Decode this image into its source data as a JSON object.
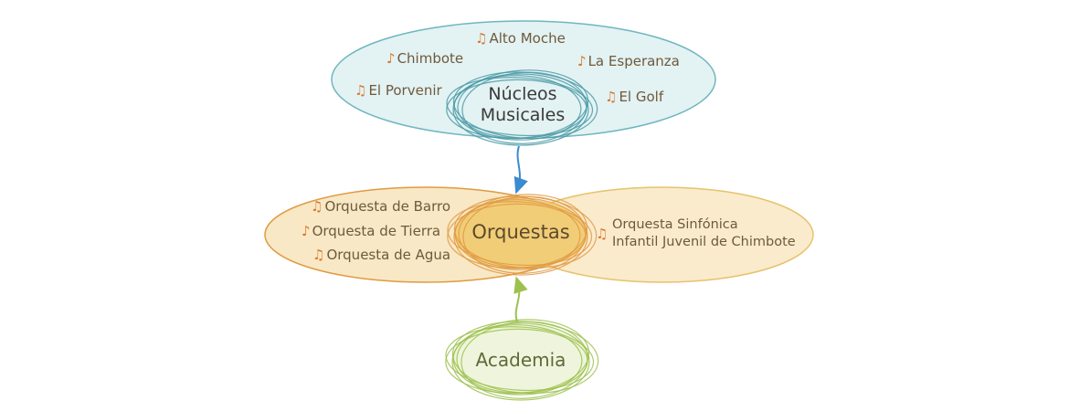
{
  "hubs": {
    "nucleos_line1": "Núcleos",
    "nucleos_line2": "Musicales",
    "orquestas": "Orquestas",
    "academia": "Academia"
  },
  "nucleos_items": [
    "Alto Moche",
    "Chimbote",
    "La Esperanza",
    "El Porvenir",
    "El Golf"
  ],
  "orquestas_left_items": [
    "Orquesta de Barro",
    "Orquesta de Tierra",
    "Orquesta de Agua"
  ],
  "orquestas_right_item": {
    "line1": "Orquesta Sinfónica",
    "line2": "Infantil Juvenil de Chimbote"
  },
  "icons": {
    "beamed": "♫",
    "single": "♪"
  },
  "colors": {
    "nucleos_fill": "#e3f2f3",
    "nucleos_stroke": "#6fb6bf",
    "nucleos_ring": "#4a9aa6",
    "orquestas_fill": "#f7e6bf",
    "orquestas_stroke": "#e09a43",
    "orquestas_hub_fill": "#f1cd78",
    "academia_fill": "#eef5dc",
    "academia_stroke": "#9dc14f",
    "arrow_blue": "#3a8bd0",
    "arrow_green": "#9dc14f",
    "note": "#d9782a",
    "text": "#6e5a3c"
  }
}
